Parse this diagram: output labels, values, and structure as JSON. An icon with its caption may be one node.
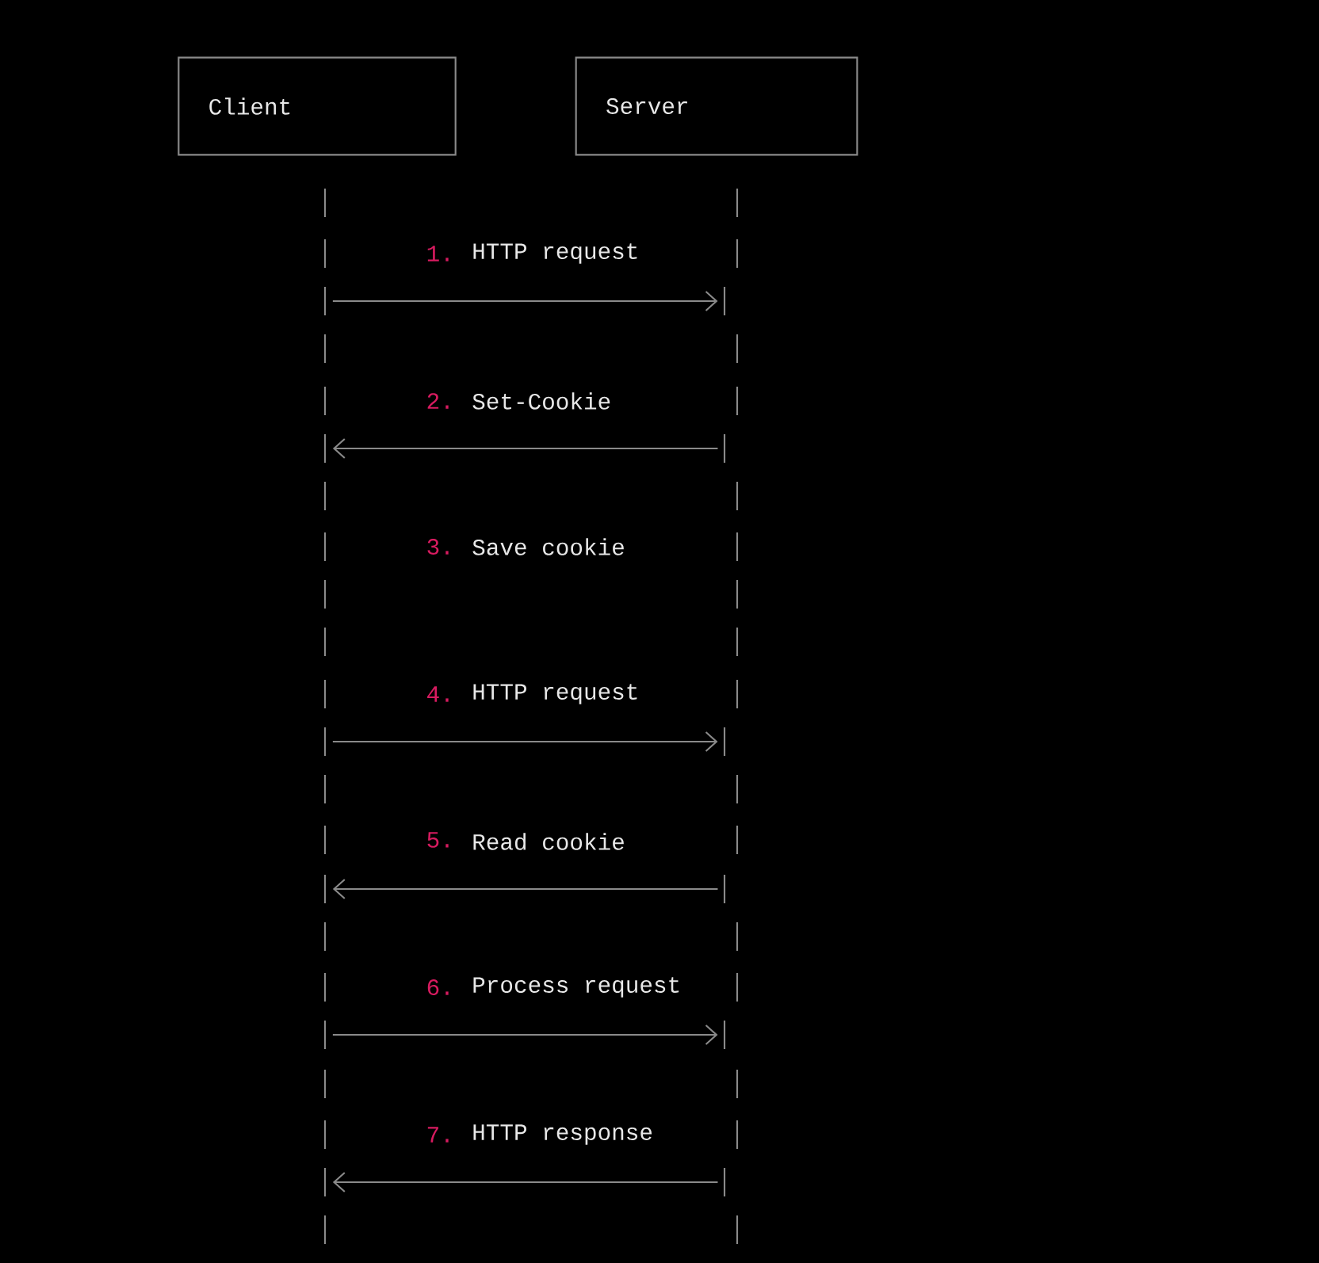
{
  "diagram": {
    "nodes": [
      {
        "text": [
          "Client"
        ]
      },
      {
        "text": [
          "Server"
        ]
      },
      {
        "text": [],
        "shape": "bar"
      },
      {
        "text": [],
        "shape": "bar"
      }
    ],
    "edges": [
      {
        "from": 2,
        "to": 3,
        "arrow": "to",
        "label": "HTTP request"
      },
      {
        "from": 3,
        "to": 2,
        "arrow": "to",
        "label": "Set-Cookie"
      },
      {
        "from": 2,
        "to": 3,
        "arrow": "to",
        "label": "HTTP request"
      },
      {
        "from": 3,
        "to": 2,
        "arrow": "to",
        "label": "Read cookie"
      },
      {
        "from": 2,
        "to": 3,
        "arrow": "to",
        "label": "Process request"
      },
      {
        "from": 3,
        "to": 2,
        "arrow": "to",
        "label": "HTTP response"
      }
    ],
    "labels": [
      "1.",
      "2.",
      "3.",
      "Save cookie",
      "4.",
      "5.",
      "6.",
      "7."
    ]
  }
}
